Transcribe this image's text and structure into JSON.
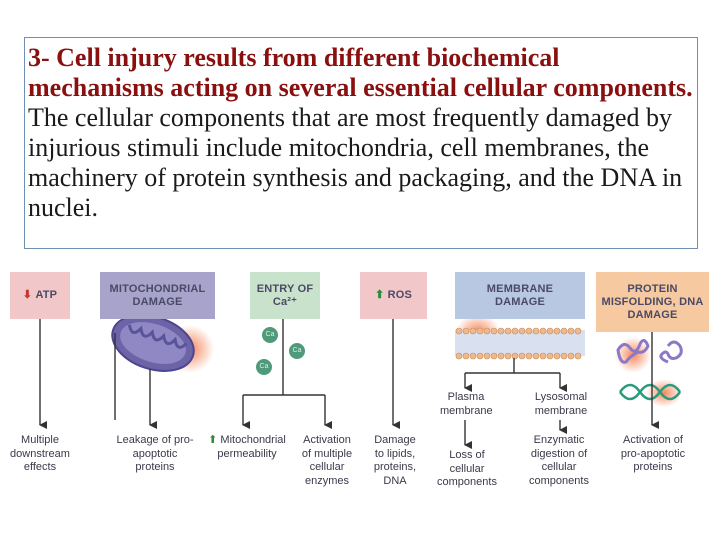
{
  "heading": {
    "bold_text": "3- Cell injury results from different biochemical mechanisms acting on several essential cellular components.",
    "plain_text": " The cellular components that are most frequently damaged by injurious stimuli include mitochondria, cell membranes, the machinery of protein synthesis and packaging, and the DNA in nuclei."
  },
  "diagram": {
    "boxes": {
      "atp": {
        "arrow": "⬇",
        "text": "ATP"
      },
      "mito_damage": "MITOCHONDRIAL DAMAGE",
      "entry_ca": "ENTRY OF Ca²⁺",
      "ros": {
        "arrow": "⬆",
        "text": "ROS"
      },
      "membrane_damage": "MEMBRANE DAMAGE",
      "protein_misfolding": "PROTEIN MISFOLDING, DNA DAMAGE"
    },
    "ca_ion": "Ca",
    "mid_labels": {
      "plasma_membrane": "Plasma membrane",
      "lysosomal_membrane": "Lysosomal membrane"
    },
    "outcomes": {
      "multiple_downstream": "Multiple downstream effects",
      "leakage": "Leakage of pro-apoptotic proteins",
      "mito_permeability": {
        "arrow": "⬆",
        "text": "Mitochondrial permeability"
      },
      "activation_enzymes": "Activation of multiple cellular enzymes",
      "damage_lipids": "Damage to lipids, proteins, DNA",
      "loss_components": "Loss of cellular components",
      "enzymatic_digestion": "Enzymatic digestion of cellular components",
      "activation_proapoptotic": "Activation of pro-apoptotic proteins"
    },
    "colors": {
      "atp_box": "#f2c7c9",
      "mito_box": "#a7a3cb",
      "ca_box": "#c9e2cc",
      "ros_box": "#f2c7c9",
      "membrane_box": "#b8c8e2",
      "protein_box": "#f6c9a1",
      "mitochondrion": "#6d64a8",
      "ca_ion": "#4f9a7a"
    }
  }
}
